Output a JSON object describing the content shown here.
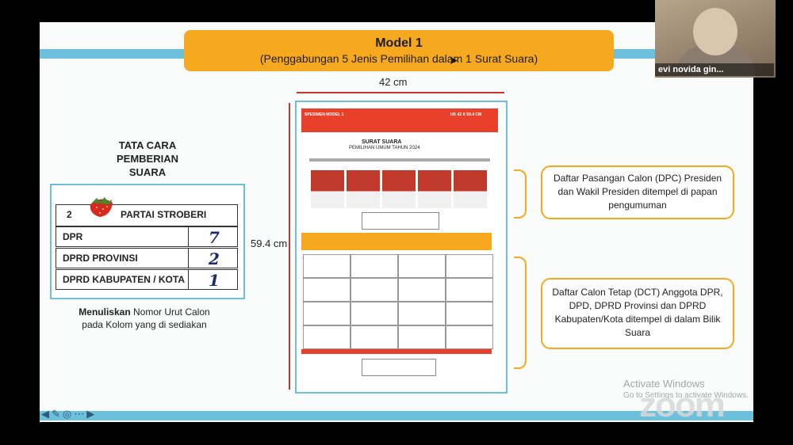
{
  "slide": {
    "title": "Model 1",
    "subtitle": "(Penggabungan 5 Jenis Pemilihan dalam 1 Surat Suara)",
    "width_label": "42 cm",
    "height_label": "59.4 cm",
    "steps_title": "TATA CARA PEMBERIAN SUARA",
    "party_number": "2",
    "party_name": "PARTAI STROBERI",
    "vote_rows": [
      {
        "label": "DPR",
        "value": "7"
      },
      {
        "label": "DPRD PROVINSI",
        "value": "2"
      },
      {
        "label": "DPRD KABUPATEN / KOTA",
        "value": "1"
      }
    ],
    "instruction_bold": "Menuliskan",
    "instruction_rest": " Nomor Urut Calon pada Kolom yang di sediakan",
    "ballot": {
      "specimen": "SPESIMEN MODEL 1",
      "size": "UK 42 X 59.4 CM",
      "title": "SURAT SUARA",
      "subtitle": "PEMILIHAN UMUM TAHUN 2024"
    },
    "callout_dpc": "Daftar Pasangan Calon (DPC) Presiden dan Wakil Presiden ditempel di papan pengumuman",
    "callout_dct": "Daftar Calon Tetap (DCT) Anggota DPR, DPD, DPRD Provinsi dan DPRD Kabupaten/Kota ditempel di dalam Bilik Suara"
  },
  "windows_watermark": {
    "line1": "Activate Windows",
    "line2": "Go to Settings to activate Windows."
  },
  "zoom_logo": "zoom",
  "participant": {
    "name": "evi novida gin..."
  },
  "colors": {
    "accent_orange": "#f6a91e",
    "accent_blue": "#6cc0dc",
    "ballot_red": "#e8402a"
  }
}
